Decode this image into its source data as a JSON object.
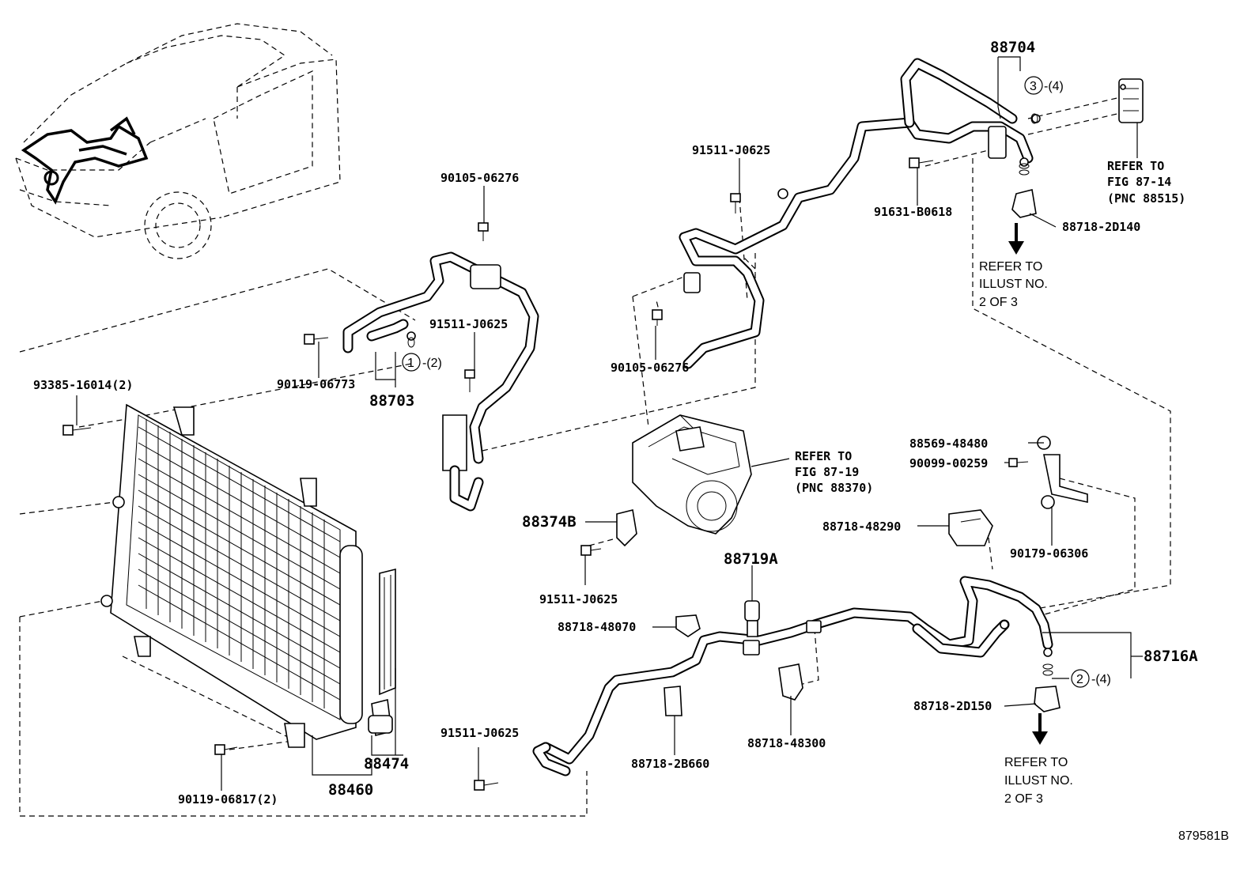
{
  "labels": {
    "p88704": "88704",
    "p88704_qty": "-(4)",
    "p88704_circle": "3",
    "refer_fig_87_14_l1": "REFER TO",
    "refer_fig_87_14_l2": "FIG 87-14",
    "refer_fig_87_14_l3": "(PNC 88515)",
    "p91511_J0625_a": "91511-J0625",
    "p90105_06276_a": "90105-06276",
    "p91631_B0618": "91631-B0618",
    "p88718_2D140": "88718-2D140",
    "refer_illust_a_l1": "REFER TO",
    "refer_illust_a_l2": "ILLUST NO.",
    "refer_illust_a_l3": "2 OF 3",
    "p91511_J0625_b": "91511-J0625",
    "p90119_06773": "90119-06773",
    "p88703": "88703",
    "p88703_circle": "1",
    "p88703_qty": "-(2)",
    "p90105_06276_b": "90105-06276",
    "p93385_16014": "93385-16014(2)",
    "refer_fig_87_19_l1": "REFER TO",
    "refer_fig_87_19_l2": "FIG 87-19",
    "refer_fig_87_19_l3": "(PNC 88370)",
    "p88569_48480": "88569-48480",
    "p90099_00259": "90099-00259",
    "p88374B": "88374B",
    "p88718_48290": "88718-48290",
    "p90179_06306": "90179-06306",
    "p91511_J0625_c": "91511-J0625",
    "p88719A": "88719A",
    "p88718_48070": "88718-48070",
    "p88716A": "88716A",
    "p88716A_circle": "2",
    "p88716A_qty": "-(4)",
    "p88718_2D150": "88718-2D150",
    "refer_illust_b_l1": "REFER TO",
    "refer_illust_b_l2": "ILLUST NO.",
    "refer_illust_b_l3": "2 OF 3",
    "p88474": "88474",
    "p91511_J0625_d": "91511-J0625",
    "p88718_2B660": "88718-2B660",
    "p88718_48300": "88718-48300",
    "p90119_06817": "90119-06817(2)",
    "p88460": "88460",
    "figure_id": "879581B"
  }
}
